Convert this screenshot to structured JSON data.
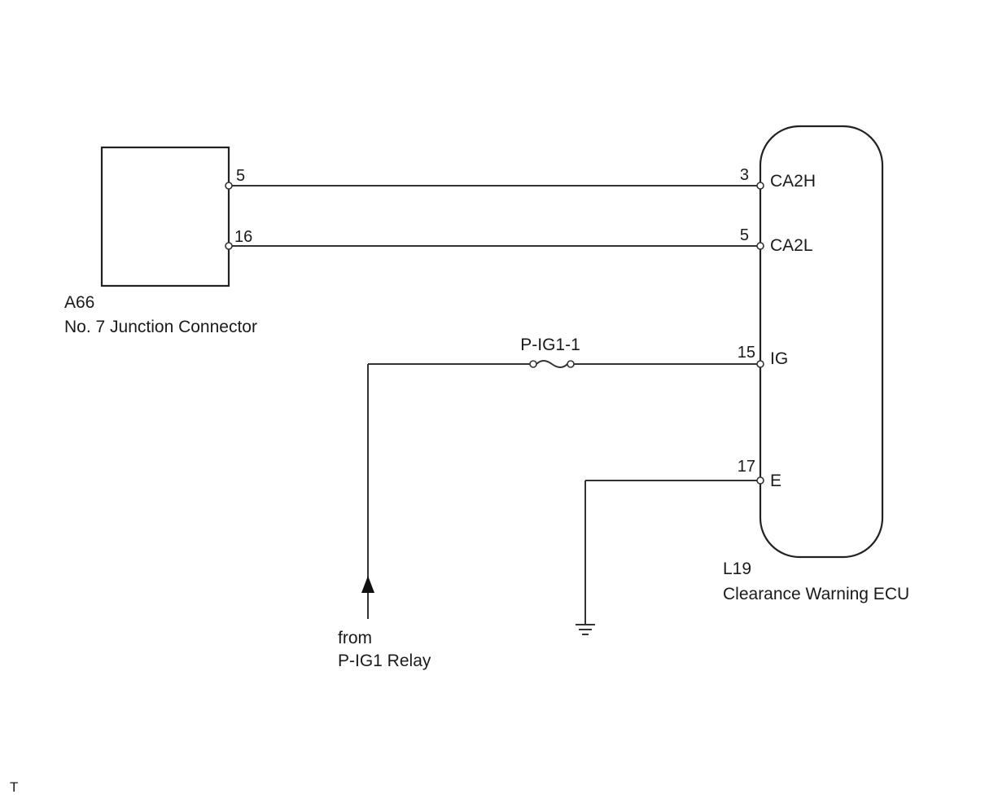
{
  "junction_connector": {
    "code": "A66",
    "name": "No. 7 Junction Connector",
    "pins": [
      "5",
      "16"
    ]
  },
  "ecu": {
    "code": "L19",
    "name": "Clearance Warning ECU",
    "terminals": [
      {
        "pin": "3",
        "name": "CA2H"
      },
      {
        "pin": "5",
        "name": "CA2L"
      },
      {
        "pin": "15",
        "name": "IG"
      },
      {
        "pin": "17",
        "name": "E"
      }
    ]
  },
  "fuse": {
    "name": "P-IG1-1"
  },
  "power_source": {
    "line1": "from",
    "line2": "P-IG1 Relay"
  },
  "footer_mark": "T"
}
